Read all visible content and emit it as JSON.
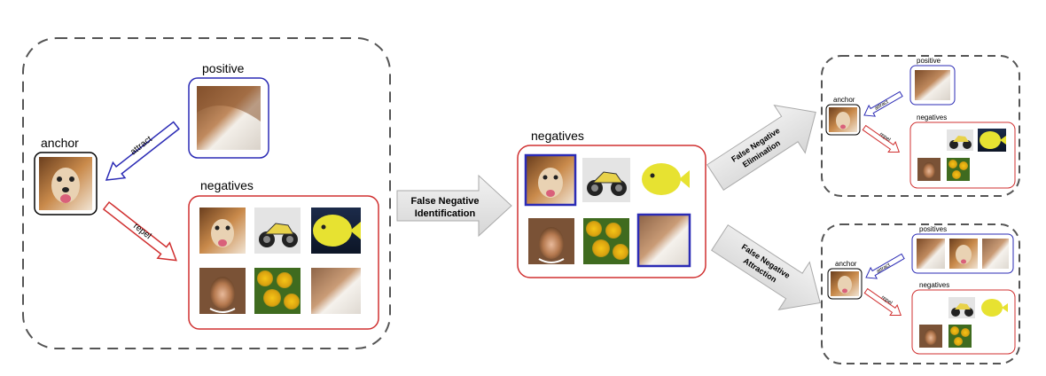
{
  "left_panel": {
    "anchor_label": "anchor",
    "positive_label": "positive",
    "negatives_label": "negatives",
    "attract_label": "attract",
    "repel_label": "repel"
  },
  "arrow_identification": {
    "line1": "False Negative",
    "line2": "Identification"
  },
  "middle_panel": {
    "negatives_label": "negatives"
  },
  "arrow_elimination": {
    "line1": "False Negative",
    "line2": "Elimination"
  },
  "arrow_attraction": {
    "line1": "False Negative",
    "line2": "Attraction"
  },
  "top_right_panel": {
    "anchor_label": "anchor",
    "positive_label": "positive",
    "negatives_label": "negatives",
    "attract_label": "attract",
    "repel_label": "repel"
  },
  "bottom_right_panel": {
    "anchor_label": "anchor",
    "positives_label": "positives",
    "negatives_label": "negatives",
    "attract_label": "attract",
    "repel_label": "repel"
  },
  "colors": {
    "positive_border": "#2b2bb5",
    "negative_border": "#d03030",
    "dashed_border": "#555555",
    "attract_arrow": "#2b2bb5",
    "repel_arrow": "#d03030",
    "process_arrow": "#e6e6e6"
  },
  "image_kinds": [
    "dog-face",
    "dog-fur-closeup",
    "motorcycle",
    "yellow-fish",
    "woman-face",
    "sunflowers"
  ]
}
